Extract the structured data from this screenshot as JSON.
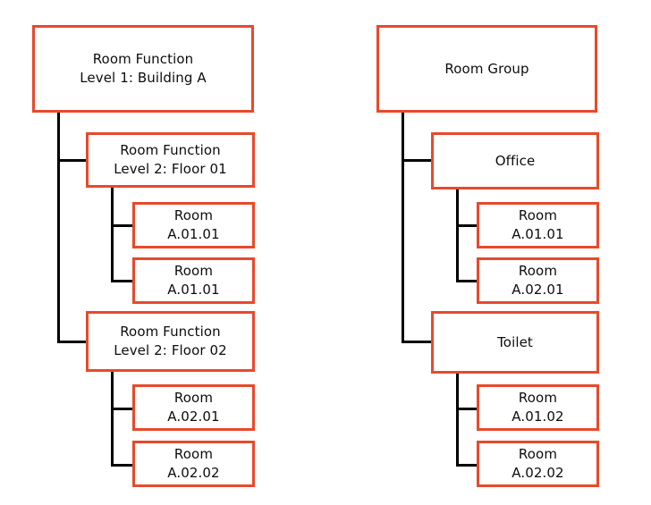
{
  "diagram": {
    "type": "hierarchy-tree",
    "background_color": "#ffffff",
    "node_border_color": "#e8492b",
    "connector_color": "#000000",
    "text_color": "#0d0d0d",
    "trees": [
      {
        "id": "room-function-tree",
        "root": {
          "label": "Room Function\nLevel 1: Building A"
        },
        "children": [
          {
            "label": "Room Function\nLevel 2: Floor 01",
            "children": [
              {
                "label": "Room\nA.01.01"
              },
              {
                "label": "Room\nA.01.01"
              }
            ]
          },
          {
            "label": "Room Function\nLevel 2: Floor 02",
            "children": [
              {
                "label": "Room\nA.02.01"
              },
              {
                "label": "Room\nA.02.02"
              }
            ]
          }
        ]
      },
      {
        "id": "room-group-tree",
        "root": {
          "label": "Room Group"
        },
        "children": [
          {
            "label": "Office",
            "children": [
              {
                "label": "Room\nA.01.01"
              },
              {
                "label": "Room\nA.02.01"
              }
            ]
          },
          {
            "label": "Toilet",
            "children": [
              {
                "label": "Room\nA.01.02"
              },
              {
                "label": "Room\nA.02.02"
              }
            ]
          }
        ]
      }
    ]
  },
  "left": {
    "root": "Room Function\nLevel 1: Building A",
    "floor01": "Room Function\nLevel 2: Floor 01",
    "floor01_room1": "Room\nA.01.01",
    "floor01_room2": "Room\nA.01.01",
    "floor02": "Room Function\nLevel 2: Floor 02",
    "floor02_room1": "Room\nA.02.01",
    "floor02_room2": "Room\nA.02.02"
  },
  "right": {
    "root": "Room Group",
    "office": "Office",
    "office_room1": "Room\nA.01.01",
    "office_room2": "Room\nA.02.01",
    "toilet": "Toilet",
    "toilet_room1": "Room\nA.01.02",
    "toilet_room2": "Room\nA.02.02"
  }
}
